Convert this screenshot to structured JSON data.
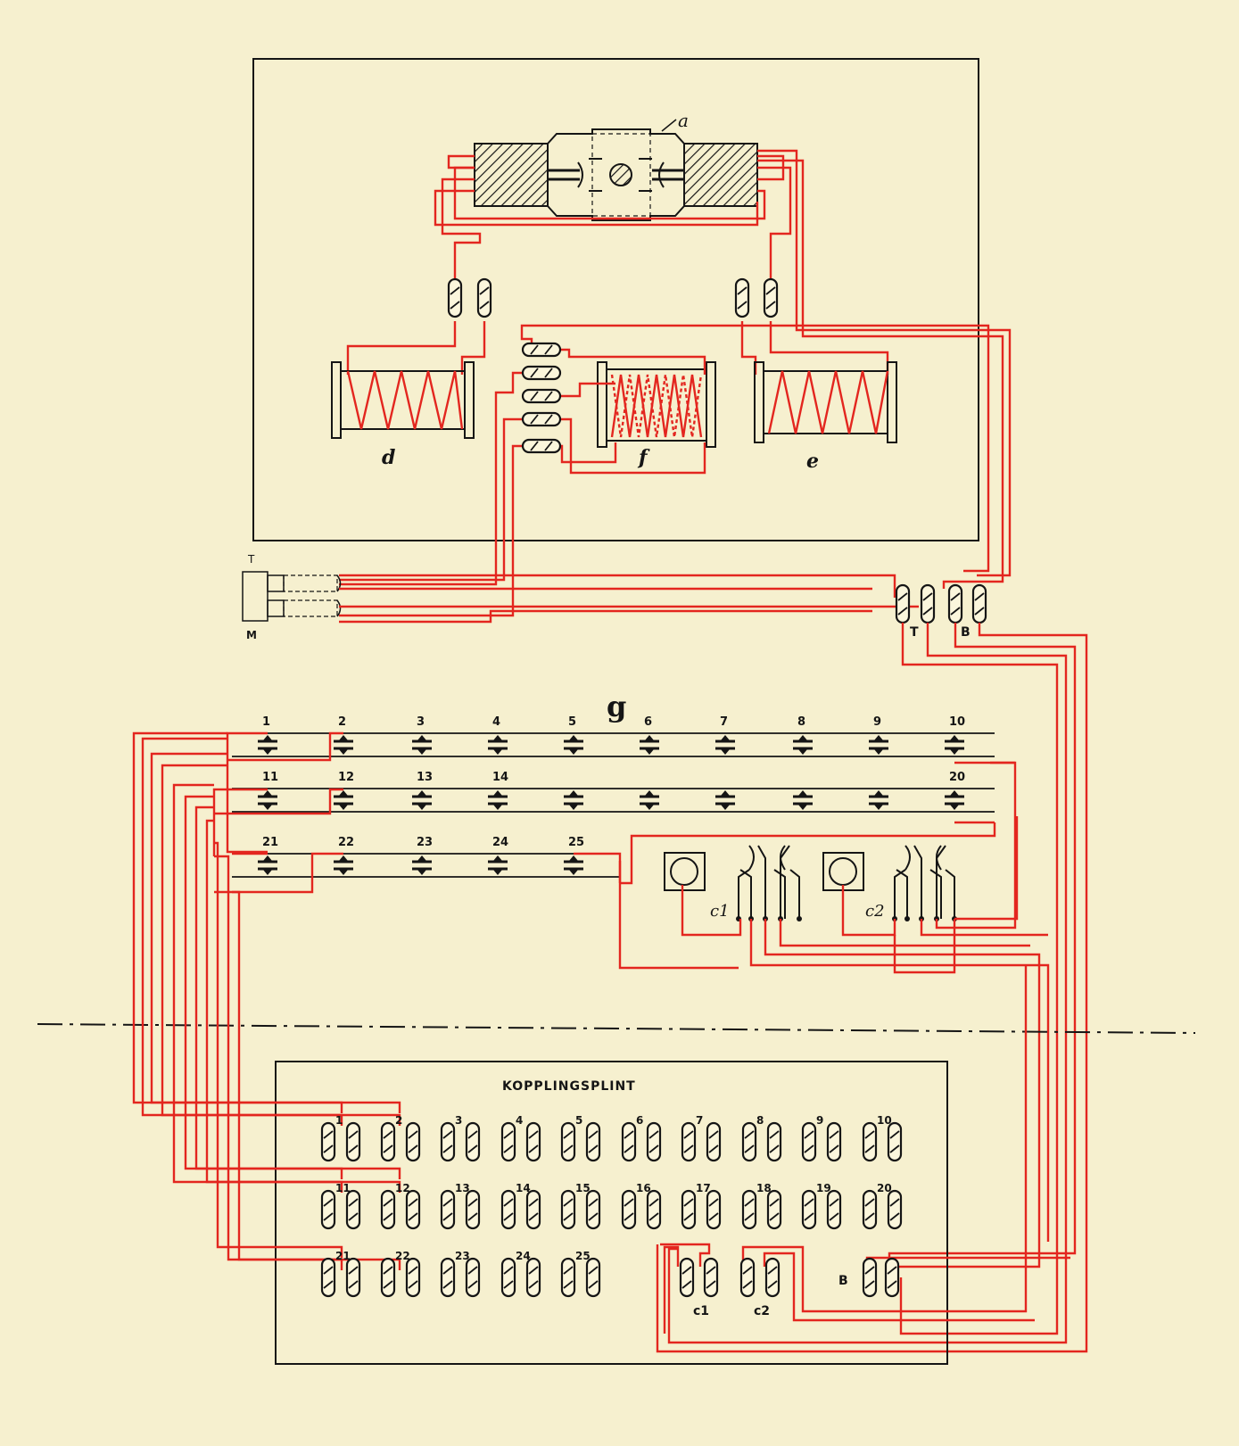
{
  "labels": {
    "relay_a": "a",
    "coil_d": "d",
    "coil_f": "f",
    "coil_e": "e",
    "plug_top": "T",
    "plug_bottom": "M",
    "terminal_t": "T",
    "terminal_b": "B",
    "panel_g": "g",
    "switch_c1": "c1",
    "switch_c2": "c2",
    "kopplingsplint_title": "KOPPLINGSPLINT",
    "plint_c1": "c1",
    "plint_c2": "c2",
    "plint_b": "B"
  },
  "panel_rows": [
    [
      "1",
      "2",
      "3",
      "4",
      "5",
      "6",
      "7",
      "8",
      "9",
      "10"
    ],
    [
      "11",
      "12",
      "13",
      "14",
      "",
      "",
      "",
      "",
      "",
      "20"
    ],
    [
      "21",
      "22",
      "23",
      "24",
      "25"
    ]
  ],
  "plint_rows": [
    [
      "1",
      "2",
      "3",
      "4",
      "5",
      "6",
      "7",
      "8",
      "9",
      "10"
    ],
    [
      "11",
      "12",
      "13",
      "14",
      "15",
      "16",
      "17",
      "18",
      "19",
      "20"
    ],
    [
      "21",
      "22",
      "23",
      "24",
      "25"
    ]
  ],
  "colors": {
    "paper": "#f6f0cf",
    "ink": "#151515",
    "wire": "#e3261f"
  }
}
